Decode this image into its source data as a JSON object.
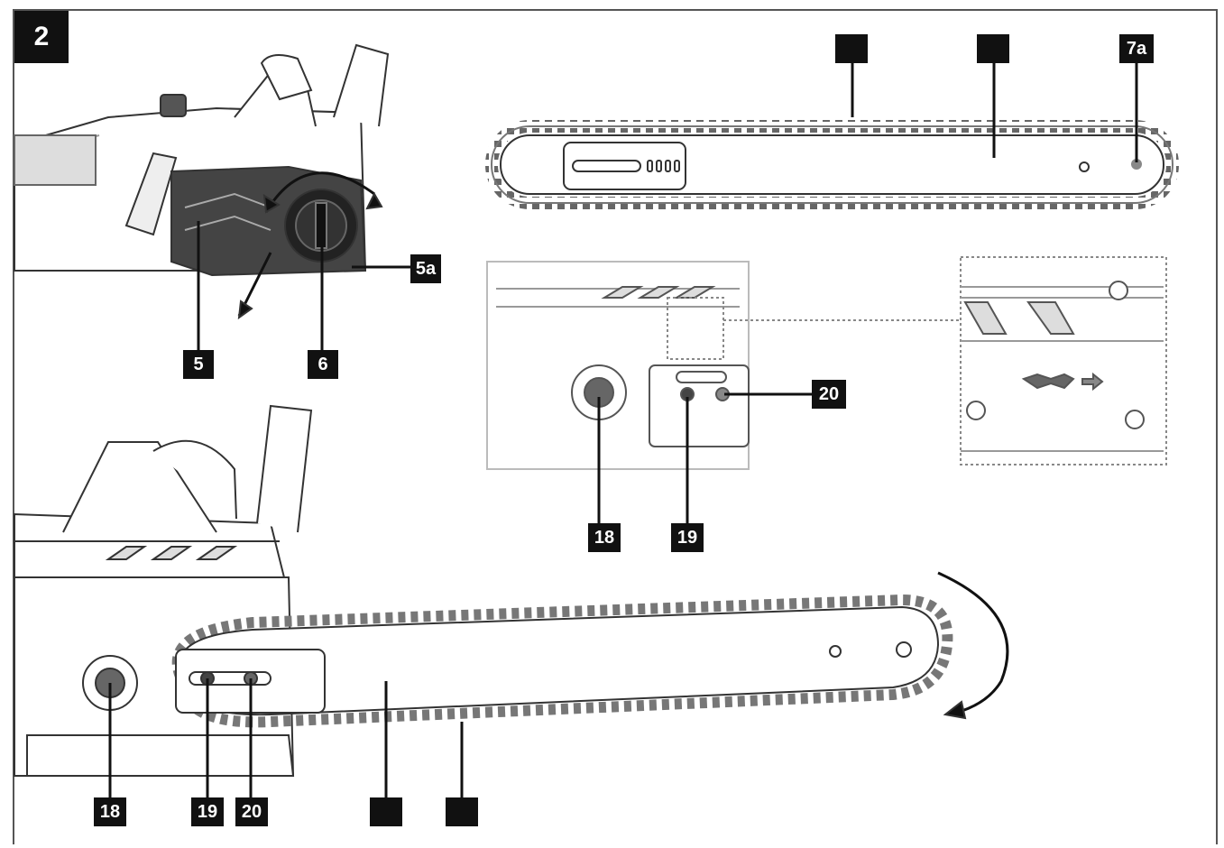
{
  "figure": {
    "number": "2"
  },
  "callouts": {
    "c_5a": "5a",
    "c_5": "5",
    "c_6": "6",
    "c_7a": "7a",
    "c_blank_top_left": "",
    "c_blank_top_right": "",
    "c_20_top": "20",
    "c_18_top": "18",
    "c_19_top": "19",
    "c_18_bottom": "18",
    "c_19_bottom": "19",
    "c_20_bottom": "20",
    "c_blank_bottom_left": "",
    "c_blank_bottom_right": ""
  },
  "colors": {
    "line": "#333333",
    "chain": "#777777",
    "dark": "#111111",
    "shade": "#555555"
  }
}
